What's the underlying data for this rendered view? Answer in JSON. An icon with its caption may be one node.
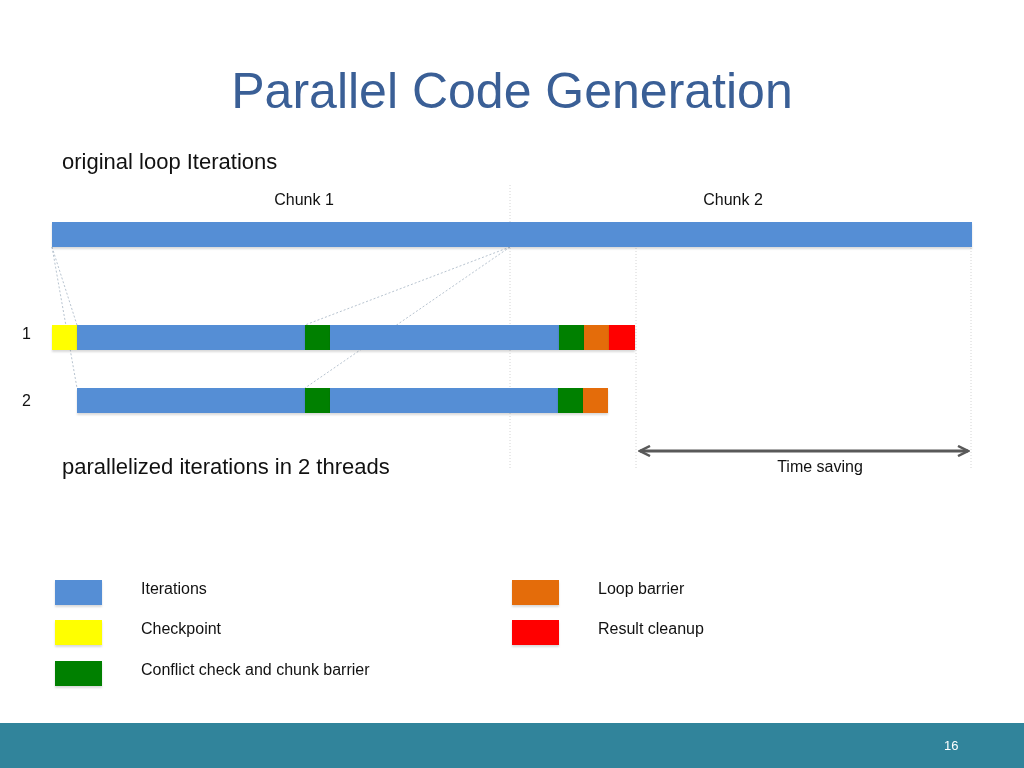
{
  "diagram": {
    "title": "Parallel Code Generation",
    "nodes": [
      {
        "text": [],
        "shape": "bar"
      },
      {
        "text": [],
        "shape": "bar"
      },
      {
        "text": [],
        "shape": "bar"
      },
      {
        "text": [],
        "shape": "bar"
      },
      {
        "text": [],
        "shape": "bar"
      },
      {
        "text": [],
        "shape": "bar"
      },
      {
        "text": [],
        "shape": "bar"
      },
      {
        "text": [],
        "shape": "bar"
      },
      {
        "text": [],
        "shape": "bar"
      },
      {
        "text": [],
        "shape": "bar"
      },
      {
        "text": [],
        "shape": "bar"
      },
      {
        "text": [],
        "shape": "bar"
      },
      {
        "text": [],
        "shape": "bar"
      }
    ],
    "edges": [
      {
        "from": 0,
        "to": 2,
        "arrow": "none",
        "style": "dashed"
      },
      {
        "from": 0,
        "to": 8,
        "arrow": "none",
        "style": "dashed"
      },
      {
        "from": 0,
        "to": 3,
        "arrow": "none",
        "style": "dashed"
      },
      {
        "from": 0,
        "to": 9,
        "arrow": "none",
        "style": "dashed"
      }
    ],
    "labels": [
      "original loop Iterations",
      "Chunk 1",
      "Chunk 2",
      "1",
      "2",
      "parallelized iterations in 2 threads",
      "Time saving",
      "16"
    ],
    "legend": [
      {
        "text": "Iterations",
        "color": "#558ed5"
      },
      {
        "text": "Checkpoint",
        "color": "#ffff00"
      },
      {
        "text": "Conflict check and chunk barrier",
        "color": "#008000"
      },
      {
        "text": "Loop barrier",
        "color": "#e46c0a"
      },
      {
        "text": "Result cleanup",
        "color": "#ff0000"
      }
    ]
  }
}
